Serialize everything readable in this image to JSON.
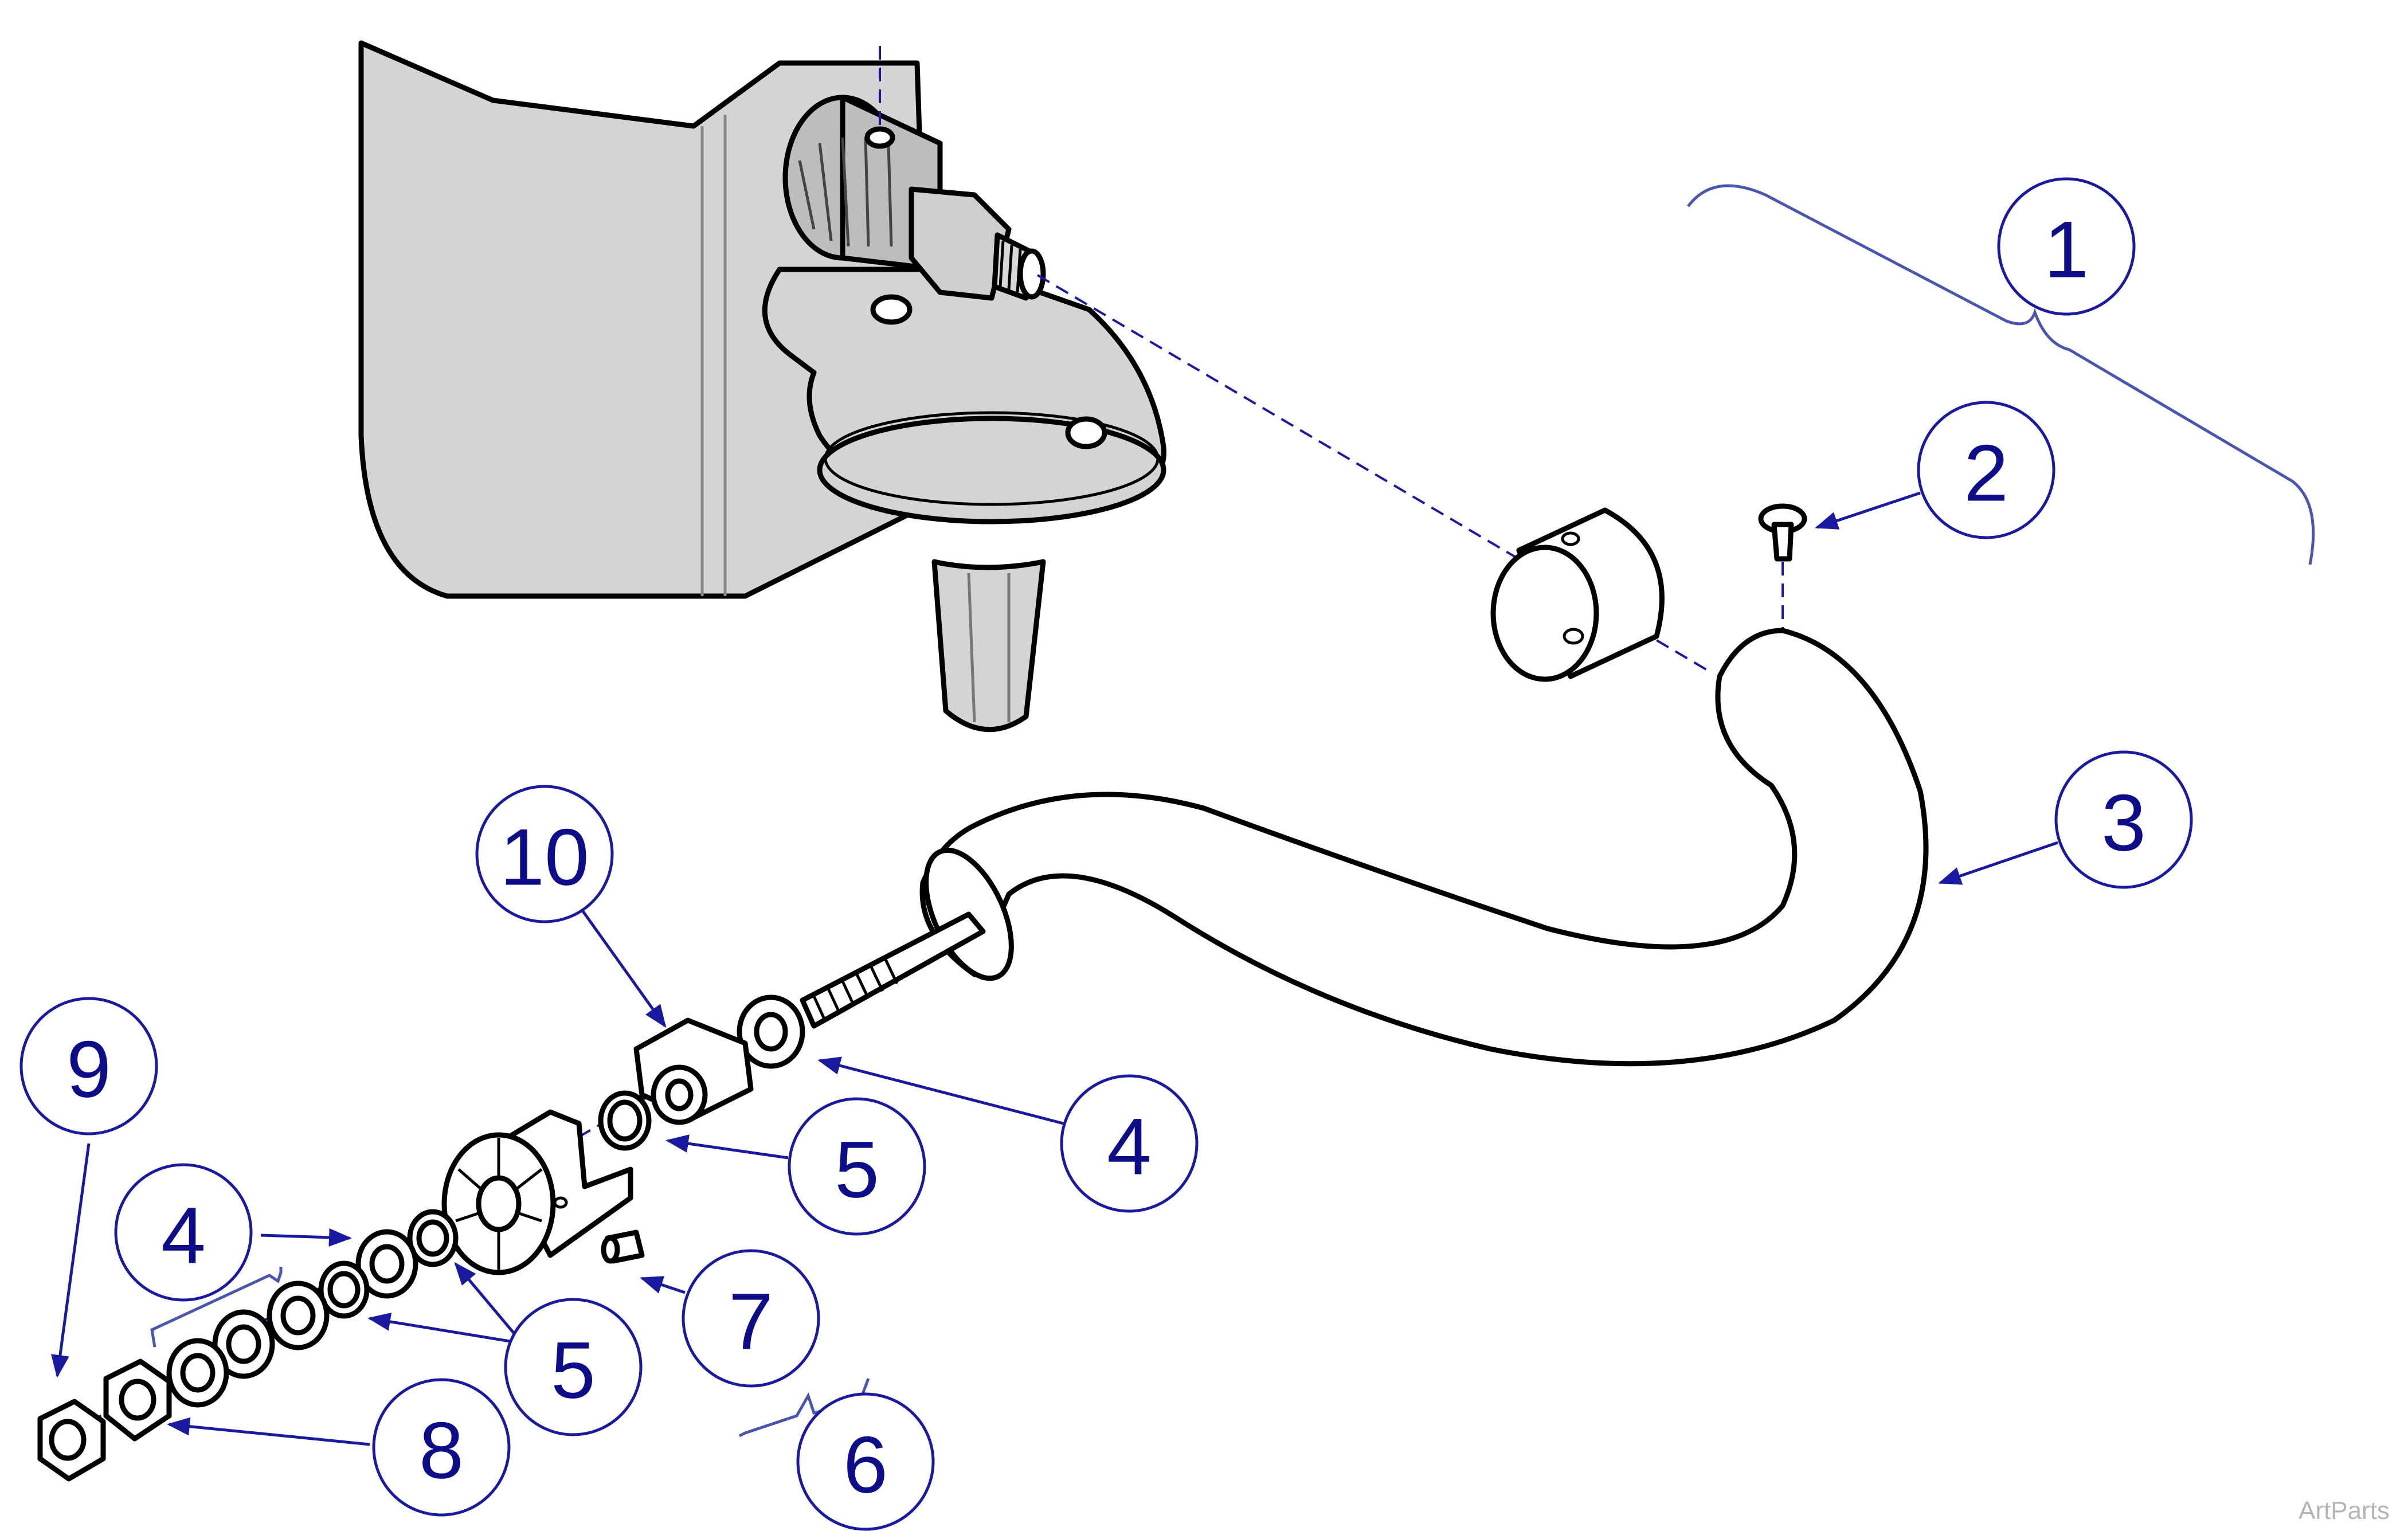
{
  "colors": {
    "callout_stroke": "#1a1aa0",
    "callout_text": "#0d0d8a",
    "tank_fill": "#d4d4d4",
    "outline": "#000000"
  },
  "callouts": [
    {
      "id": "c1",
      "label": "1"
    },
    {
      "id": "c2",
      "label": "2"
    },
    {
      "id": "c3",
      "label": "3"
    },
    {
      "id": "c4a",
      "label": "4"
    },
    {
      "id": "c5a",
      "label": "5"
    },
    {
      "id": "c10",
      "label": "10"
    },
    {
      "id": "c9",
      "label": "9"
    },
    {
      "id": "c4b",
      "label": "4"
    },
    {
      "id": "c5b",
      "label": "5"
    },
    {
      "id": "c7",
      "label": "7"
    },
    {
      "id": "c8",
      "label": "8"
    },
    {
      "id": "c6",
      "label": "6"
    }
  ],
  "watermark": "ArtParts"
}
